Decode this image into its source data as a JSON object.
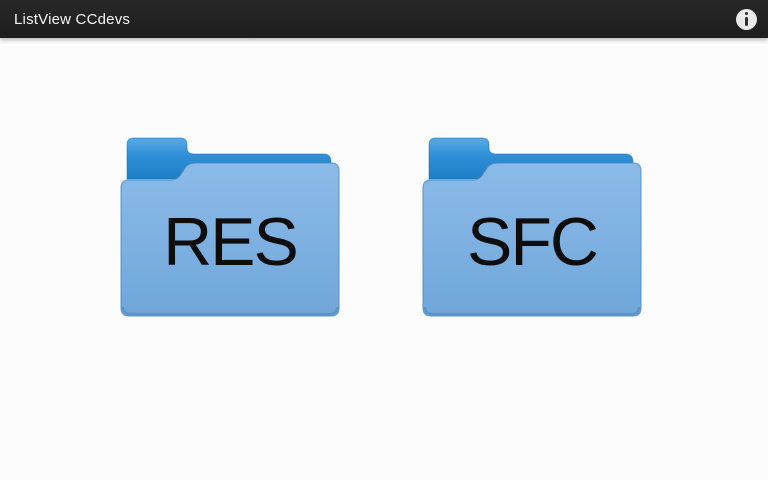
{
  "action_bar": {
    "title": "ListView CCdevs",
    "background_color": "#212121",
    "title_color": "#f5f5f5",
    "info_icon": "info"
  },
  "folders": [
    {
      "label": "RES"
    },
    {
      "label": "SFC"
    }
  ],
  "colors": {
    "folder_tab_blue_top": "#4ea5e4",
    "folder_tab_blue_bottom": "#1f7fc6",
    "folder_body_blue_top": "#8abae7",
    "folder_body_blue_bottom": "#6fa6d9",
    "folder_edge": "#3d7db5",
    "folder_label_color": "#0d0d0d",
    "content_background": "#fcfcfc"
  }
}
